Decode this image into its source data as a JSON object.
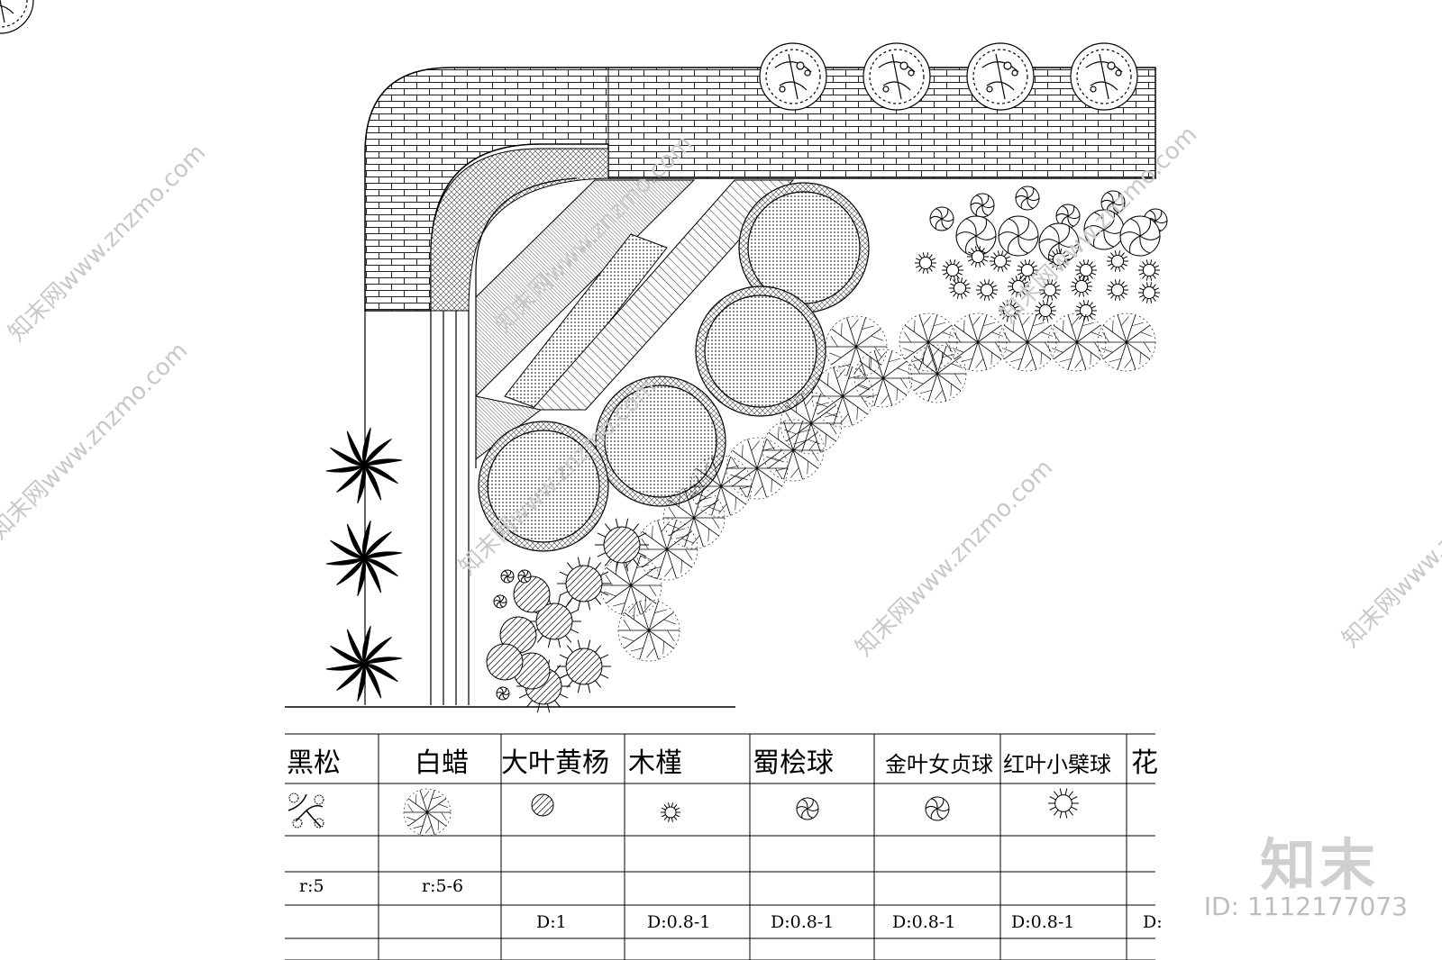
{
  "table": {
    "headers": [
      "黑松",
      "白蜡",
      "大叶黄杨",
      "木槿",
      "蜀桧球",
      "金叶女贞球",
      "红叶小檗球",
      "花"
    ],
    "row_r": [
      "r:5",
      "r:5-6",
      "",
      "",
      "",
      "",
      "",
      ""
    ],
    "row_d": [
      "",
      "",
      "D:1",
      "D:0.8-1",
      "D:0.8-1",
      "D:0.8-1",
      "D:0.8-1",
      "D:"
    ],
    "symbols": [
      "black-pine-symbol",
      "ash-tree-symbol",
      "boxwood-symbol",
      "hibiscus-symbol",
      "juniper-ball-symbol",
      "privet-ball-symbol",
      "barberry-ball-symbol",
      ""
    ]
  },
  "watermark": {
    "site": "知末网www.znzmo.com",
    "logo": "知末",
    "id": "ID: 1112177073"
  }
}
